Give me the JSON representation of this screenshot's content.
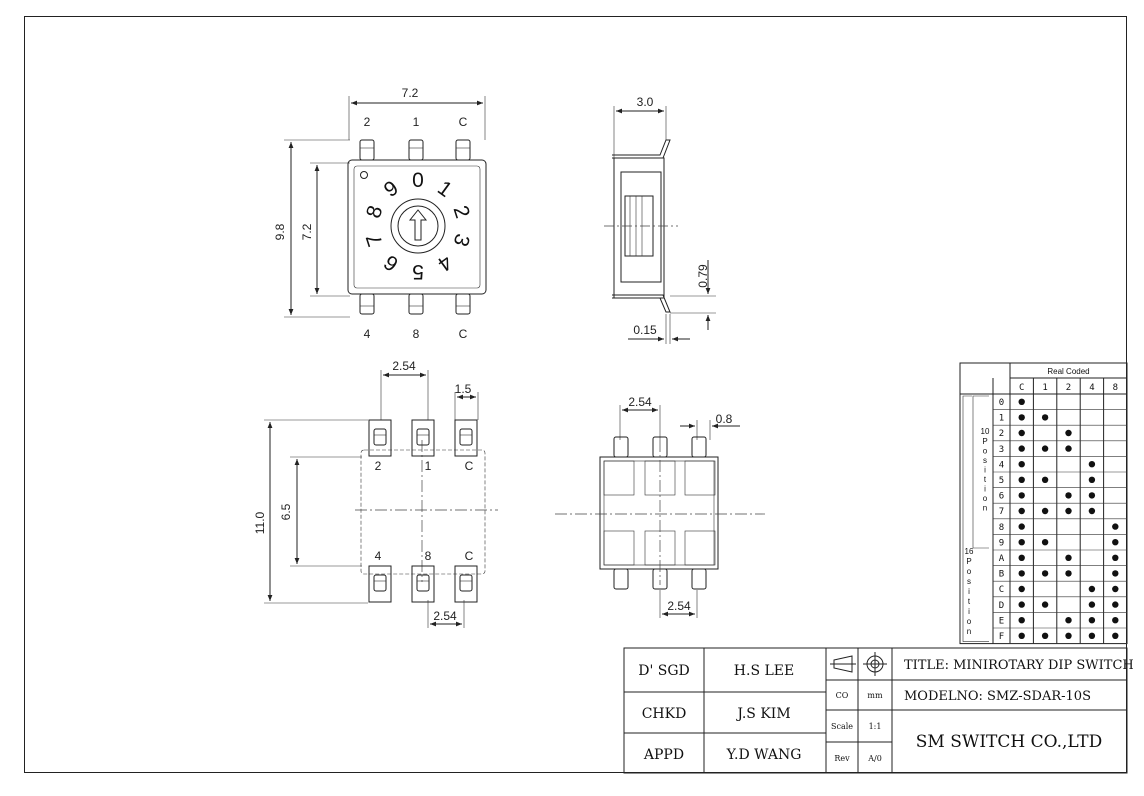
{
  "views": {
    "top": {
      "dim_width": "7.2",
      "dim_height_outer": "9.8",
      "dim_height_inner": "7.2",
      "pins_top": [
        "2",
        "1",
        "C"
      ],
      "pins_bottom": [
        "4",
        "8",
        "C"
      ],
      "dial_digits": [
        "0",
        "1",
        "2",
        "3",
        "4",
        "5",
        "6",
        "7",
        "8",
        "9"
      ]
    },
    "side": {
      "dim_width": "3.0",
      "dim_height": "0.79",
      "dim_thickness": "0.15"
    },
    "footprint": {
      "dim_pitch_top": "2.54",
      "dim_pad": "1.5",
      "dim_height_outer": "11.0",
      "dim_height_inner": "6.5",
      "dim_pitch_bottom": "2.54",
      "pins_top": [
        "2",
        "1",
        "C"
      ],
      "pins_bottom": [
        "4",
        "8",
        "C"
      ]
    },
    "bottom": {
      "dim_pitch_top": "2.54",
      "dim_lead": "0.8",
      "dim_pitch_bottom": "2.54"
    }
  },
  "truth_table": {
    "title": "Real Coded",
    "columns": [
      "C",
      "1",
      "2",
      "4",
      "8"
    ],
    "group_10_label": "10",
    "group_16_label": "16",
    "group_word": "Position",
    "rows": [
      {
        "pos": "0",
        "dots": [
          1,
          0,
          0,
          0,
          0
        ]
      },
      {
        "pos": "1",
        "dots": [
          1,
          1,
          0,
          0,
          0
        ]
      },
      {
        "pos": "2",
        "dots": [
          1,
          0,
          1,
          0,
          0
        ]
      },
      {
        "pos": "3",
        "dots": [
          1,
          1,
          1,
          0,
          0
        ]
      },
      {
        "pos": "4",
        "dots": [
          1,
          0,
          0,
          1,
          0
        ]
      },
      {
        "pos": "5",
        "dots": [
          1,
          1,
          0,
          1,
          0
        ]
      },
      {
        "pos": "6",
        "dots": [
          1,
          0,
          1,
          1,
          0
        ]
      },
      {
        "pos": "7",
        "dots": [
          1,
          1,
          1,
          1,
          0
        ]
      },
      {
        "pos": "8",
        "dots": [
          1,
          0,
          0,
          0,
          1
        ]
      },
      {
        "pos": "9",
        "dots": [
          1,
          1,
          0,
          0,
          1
        ]
      },
      {
        "pos": "A",
        "dots": [
          1,
          0,
          1,
          0,
          1
        ]
      },
      {
        "pos": "B",
        "dots": [
          1,
          1,
          1,
          0,
          1
        ]
      },
      {
        "pos": "C",
        "dots": [
          1,
          0,
          0,
          1,
          1
        ]
      },
      {
        "pos": "D",
        "dots": [
          1,
          1,
          0,
          1,
          1
        ]
      },
      {
        "pos": "E",
        "dots": [
          1,
          0,
          1,
          1,
          1
        ]
      },
      {
        "pos": "F",
        "dots": [
          1,
          1,
          1,
          1,
          1
        ]
      }
    ]
  },
  "title_block": {
    "dsgd_label": "D' SGD",
    "dsgd_name": "H.S LEE",
    "chkd_label": "CHKD",
    "chkd_name": "J.S KIM",
    "appd_label": "APPD",
    "appd_name": "Y.D WANG",
    "co_label": "CO",
    "co_value": "mm",
    "scale_label": "Scale",
    "scale_value": "1:1",
    "rev_label": "Rev",
    "rev_value": "A/0",
    "title_text": "TITLE: MINIROTARY DIP SWITCH",
    "model_label": "MODELNO:",
    "model_value": "SMZ-SDAR-10S",
    "company": "SM SWITCH CO.,LTD"
  }
}
